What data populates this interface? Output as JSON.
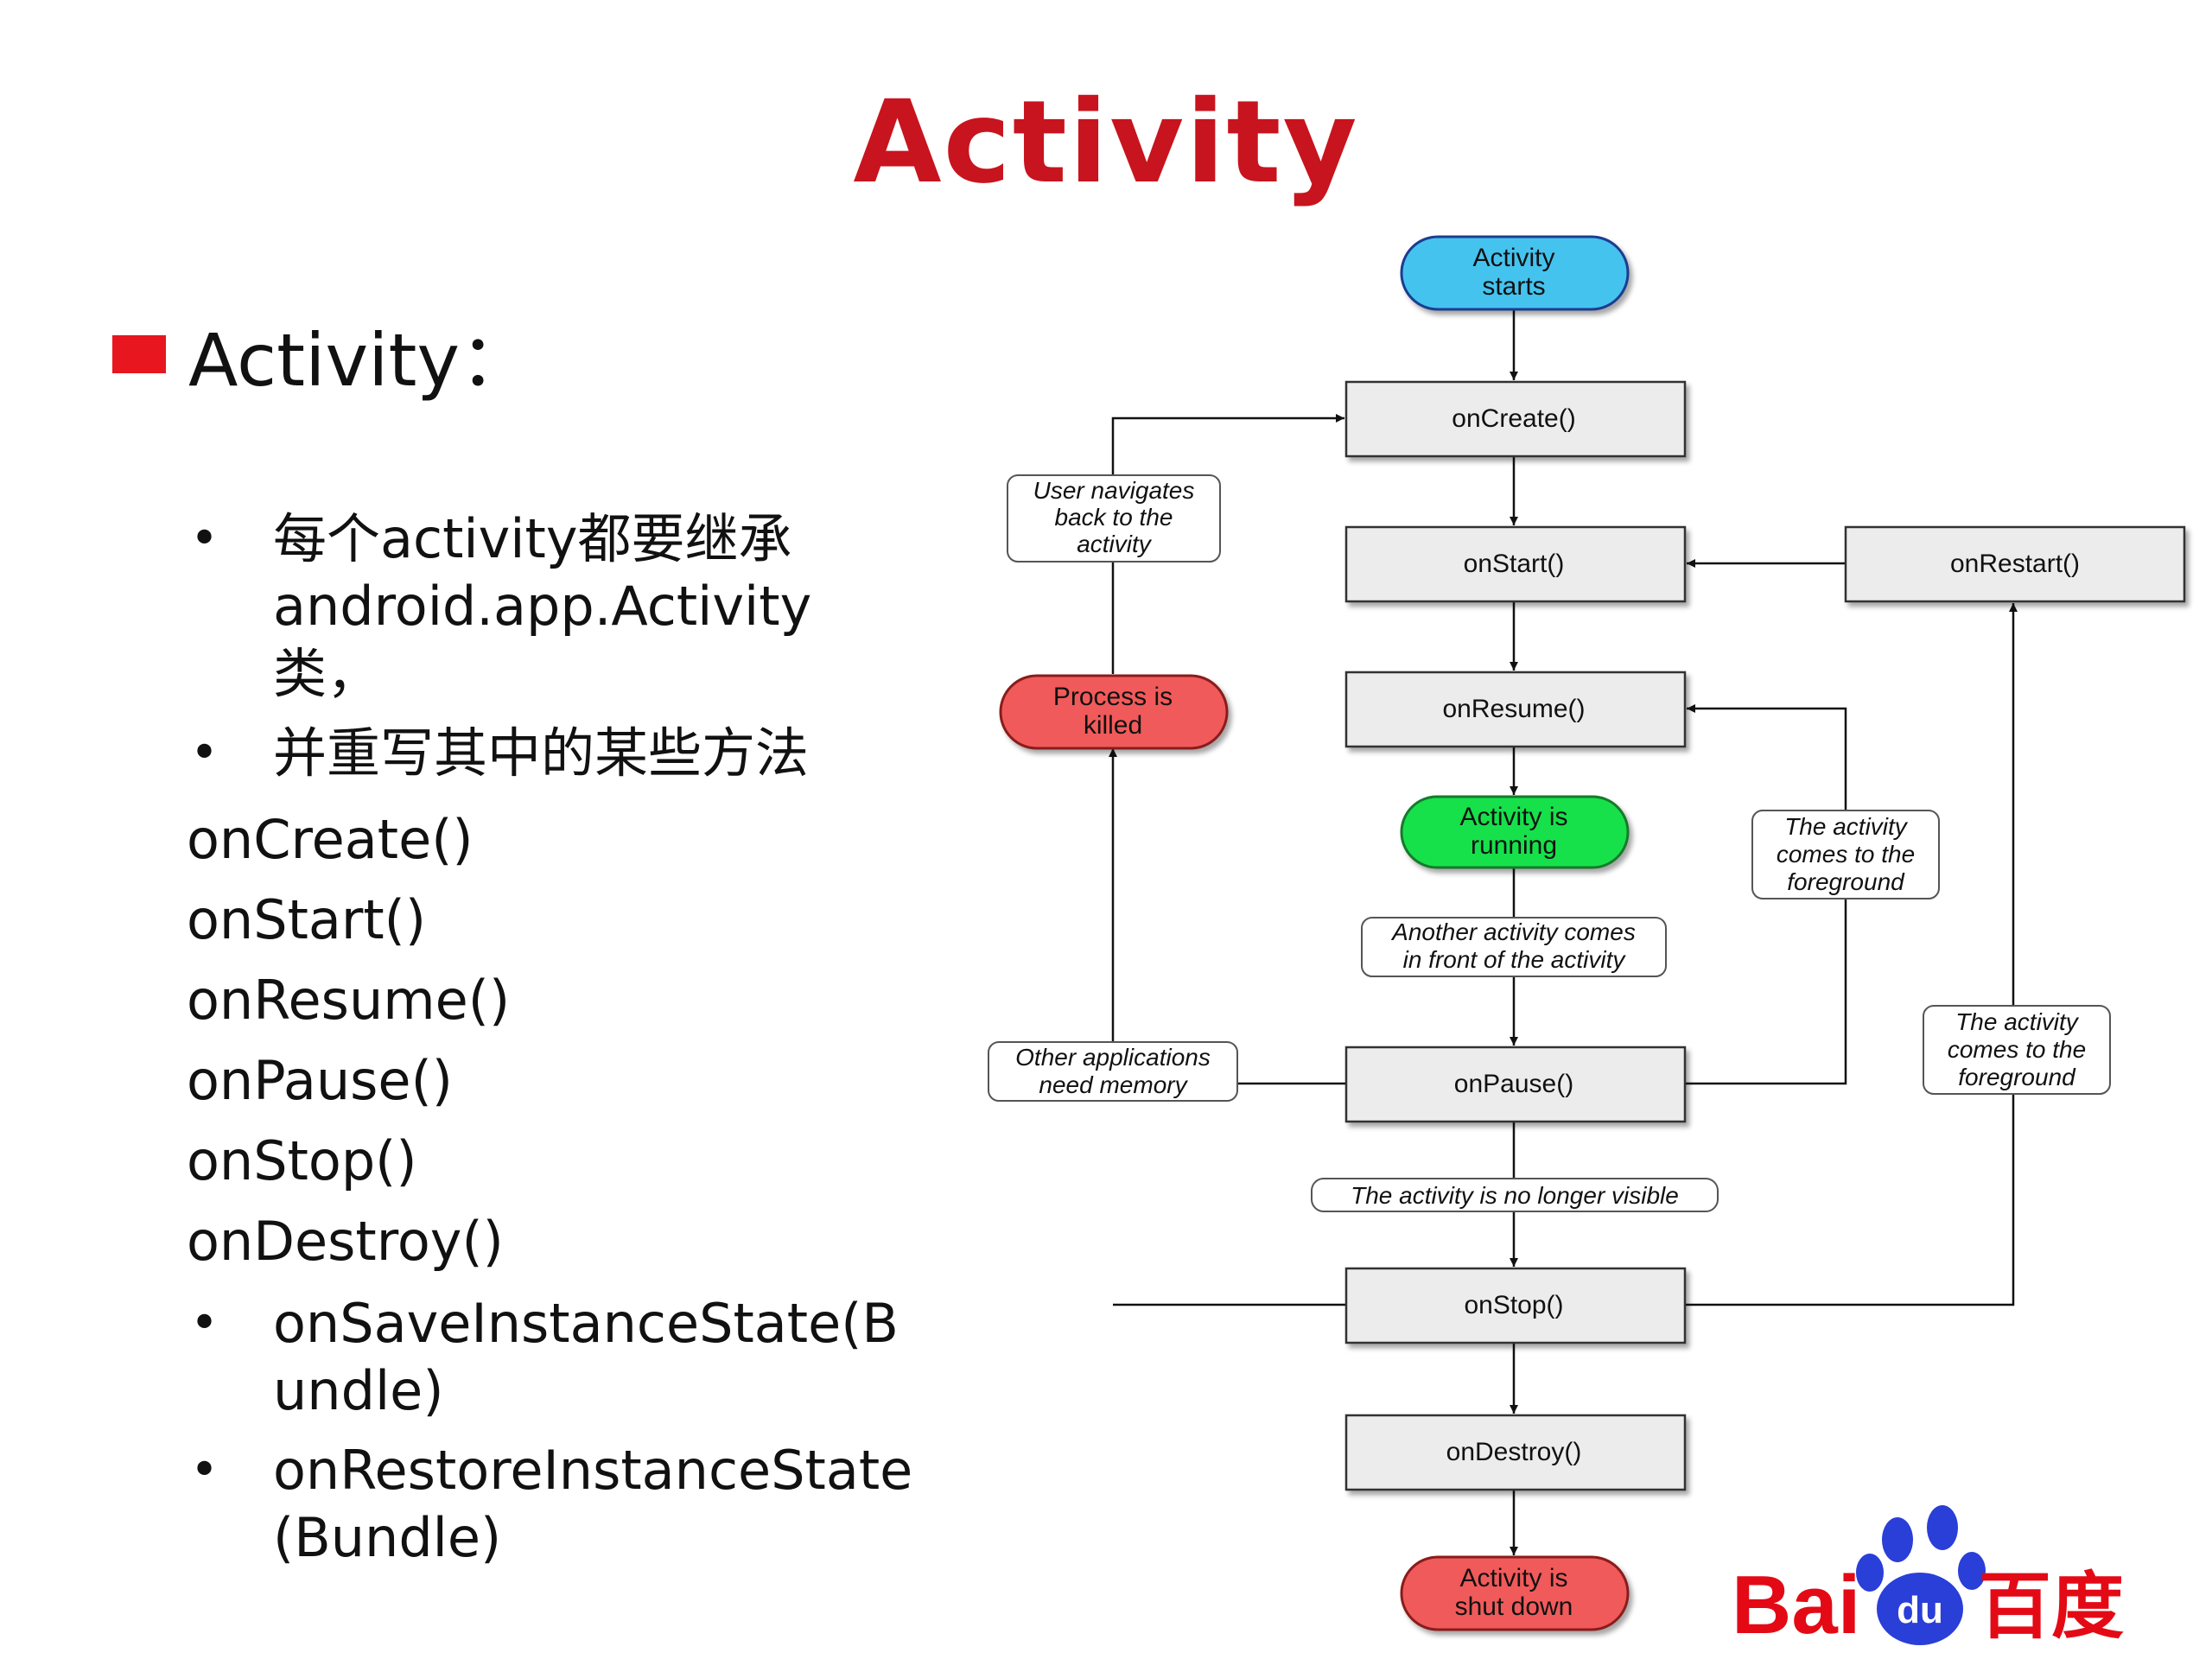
{
  "title": "Activity",
  "heading": "Activity：",
  "list": [
    {
      "bullet": true,
      "lines": [
        "每个activity都要继承",
        "android.app.Activity类，"
      ]
    },
    {
      "bullet": true,
      "lines": [
        "并重写其中的某些方法"
      ]
    },
    {
      "bullet": false,
      "lines": [
        "onCreate()"
      ]
    },
    {
      "bullet": false,
      "lines": [
        "onStart()"
      ]
    },
    {
      "bullet": false,
      "lines": [
        "onResume()"
      ]
    },
    {
      "bullet": false,
      "lines": [
        "onPause()"
      ]
    },
    {
      "bullet": false,
      "lines": [
        "onStop()"
      ]
    },
    {
      "bullet": false,
      "lines": [
        "onDestroy()"
      ]
    },
    {
      "bullet": true,
      "lines": [
        "onSaveInstanceState(B",
        "undle)"
      ]
    },
    {
      "bullet": true,
      "lines": [
        "onRestoreInstanceState",
        "(Bundle)"
      ]
    }
  ],
  "diagram": {
    "nodes": {
      "activity_starts": [
        "Activity",
        "starts"
      ],
      "on_create": "onCreate()",
      "on_start": "onStart()",
      "on_restart": "onRestart()",
      "on_resume": "onResume()",
      "activity_running": [
        "Activity is",
        "running"
      ],
      "on_pause": "onPause()",
      "on_stop": "onStop()",
      "on_destroy": "onDestroy()",
      "activity_shut_down": [
        "Activity is",
        "shut down"
      ],
      "process_killed": [
        "Process is",
        "killed"
      ]
    },
    "labels": {
      "user_navigates_back": [
        "User navigates",
        "back to the",
        "activity"
      ],
      "comes_to_foreground_1": [
        "The activity",
        "comes to the",
        "foreground"
      ],
      "another_activity": [
        "Another activity comes",
        "in front of the activity"
      ],
      "other_apps_memory": [
        "Other applications",
        "need memory"
      ],
      "comes_to_foreground_2": [
        "The activity",
        "comes to the",
        "foreground"
      ],
      "no_longer_visible": [
        "The activity is no longer visible"
      ]
    }
  },
  "logo": {
    "latin": "Bai",
    "paw": "du",
    "cjk": "百度"
  },
  "colors": {
    "title": "#c8141e",
    "heading_square": "#e8161e",
    "node_start": "#45c3ef",
    "node_running": "#19e14b",
    "node_end": "#f15a5a",
    "node_box": "#ececec",
    "logo_red": "#e30a16",
    "logo_blue": "#2a3ed8"
  }
}
